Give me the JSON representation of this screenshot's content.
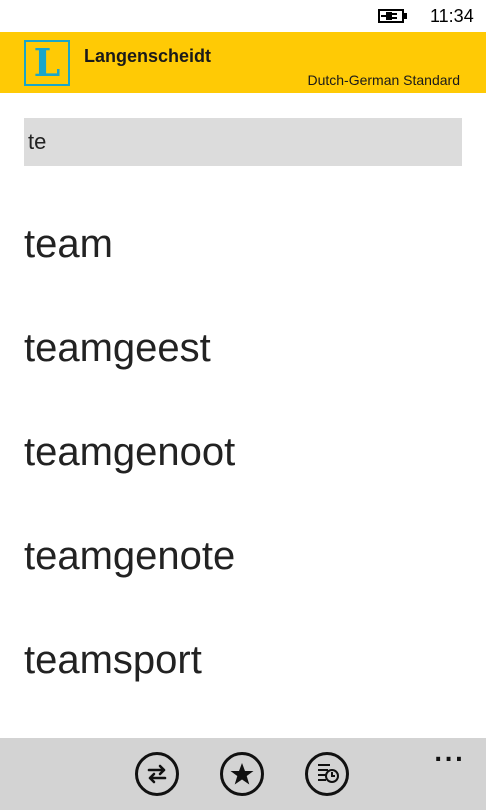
{
  "status": {
    "time": "11:34",
    "battery_icon": "battery-charging-icon"
  },
  "header": {
    "logo_letter": "L",
    "brand": "Langenscheidt",
    "dictionary": "Dutch-German Standard",
    "colors": {
      "background": "#ffca05",
      "logo": "#1aa6c9"
    }
  },
  "search": {
    "value": "te"
  },
  "results": [
    "team",
    "teamgeest",
    "teamgenoot",
    "teamgenote",
    "teamsport"
  ],
  "app_bar": {
    "buttons": [
      {
        "icon": "swap-direction-icon"
      },
      {
        "icon": "favorites-star-icon"
      },
      {
        "icon": "history-icon"
      }
    ],
    "more": "..."
  }
}
